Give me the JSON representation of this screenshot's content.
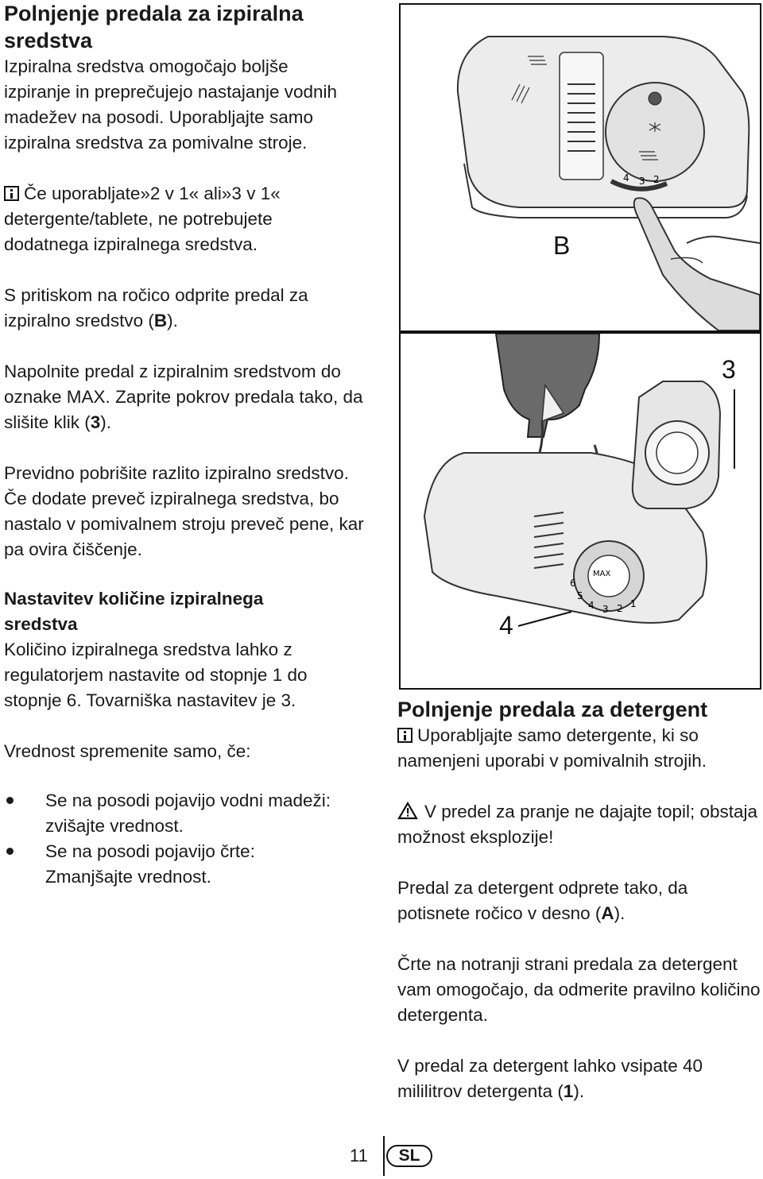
{
  "left": {
    "heading1": "Polnjenje predala za izpiralna sredstva",
    "intro": "Izpiralna sredstva omogočajo boljše izpiranje in preprečujejo nastajanje vodnih madežev na posodi. Uporabljajte samo izpiralna sredstva za pomivalne stroje.",
    "note": "Če uporabljate»2 v 1« ali»3 v 1« detergente/tablete, ne potrebujete dodatnega izpiralnega sredstva.",
    "step1_text": "S pritiskom na ročico odprite predal za izpiralno sredstvo (",
    "step1_ref": "B",
    "step1_end": ").",
    "step2_text": "Napolnite predal z izpiralnim sredstvom do oznake MAX. Zaprite pokrov predala tako, da slišite klik (",
    "step2_ref": "3",
    "step2_end": ").",
    "step3": "Previdno pobrišite razlito izpiralno sredstvo. Če dodate preveč izpiralnega sredstva, bo nastalo v pomivalnem stroju preveč pene, kar pa ovira čiščenje.",
    "heading2": "Nastavitev količine izpiralnega sredstva",
    "setting": "Količino izpiralnega sredstva lahko z regulatorjem nastavite od stopnje 1 do stopnje 6. Tovarniška nastavitev je 3.",
    "change_intro": "Vrednost spremenite samo, če:",
    "bullets": [
      "Se na posodi pojavijo vodni madeži: zvišajte vrednost.",
      "Se na posodi pojavijo črte: Zmanjšajte vrednost."
    ]
  },
  "figures": {
    "fig1_label": "B",
    "fig1_dial": [
      "4",
      "3",
      "2"
    ],
    "fig2_label": "3",
    "fig2_bottom_label": "4",
    "fig2_max": "MAX",
    "fig2_dial": [
      "6",
      "5",
      "4",
      "3",
      "2",
      "1"
    ]
  },
  "right": {
    "heading": "Polnjenje predala za detergent",
    "info": "Uporabljajte samo detergente, ki so namenjeni uporabi v pomivalnih strojih.",
    "warning": "V predel za pranje ne dajajte topil; obstaja možnost eksplozije!",
    "open_text": "Predal za detergent odprete tako, da potisnete ročico v desno (",
    "open_ref": "A",
    "open_end": ").",
    "lines": "Črte na notranji strani predala za detergent vam omogočajo, da odmerite pravilno količino detergenta.",
    "capacity_text": "V predal za detergent lahko vsipate 40 mililitrov detergenta (",
    "capacity_ref": "1",
    "capacity_end": ")."
  },
  "footer": {
    "page_number": "11",
    "lang": "SL"
  }
}
